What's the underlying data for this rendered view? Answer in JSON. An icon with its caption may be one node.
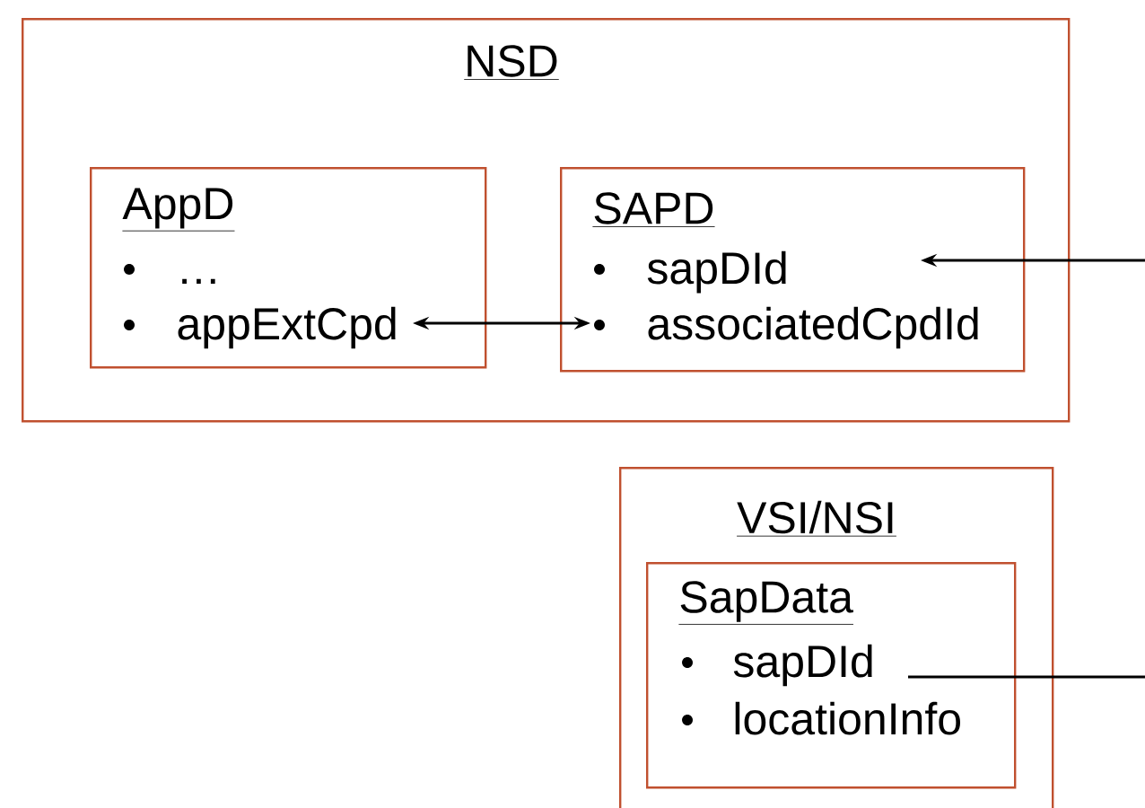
{
  "diagram": {
    "nodes": [
      {
        "text": [
          "NSD"
        ]
      },
      {
        "text": [
          "AppD",
          "…",
          "appExtCpd"
        ],
        "in": 0
      },
      {
        "text": [
          "SAPD",
          "sapDId",
          "associatedCpdId"
        ],
        "in": 0
      },
      {
        "text": [
          "VSI/NSI"
        ]
      },
      {
        "text": [
          "SapData",
          "sapDId",
          "locationInfo"
        ],
        "in": 3
      }
    ],
    "edges": [
      {
        "from": 1,
        "to": 2,
        "arrow": "both"
      },
      {
        "from": 4,
        "to": null,
        "arrow": "none"
      },
      {
        "from": null,
        "to": 2,
        "arrow": "to"
      }
    ]
  }
}
